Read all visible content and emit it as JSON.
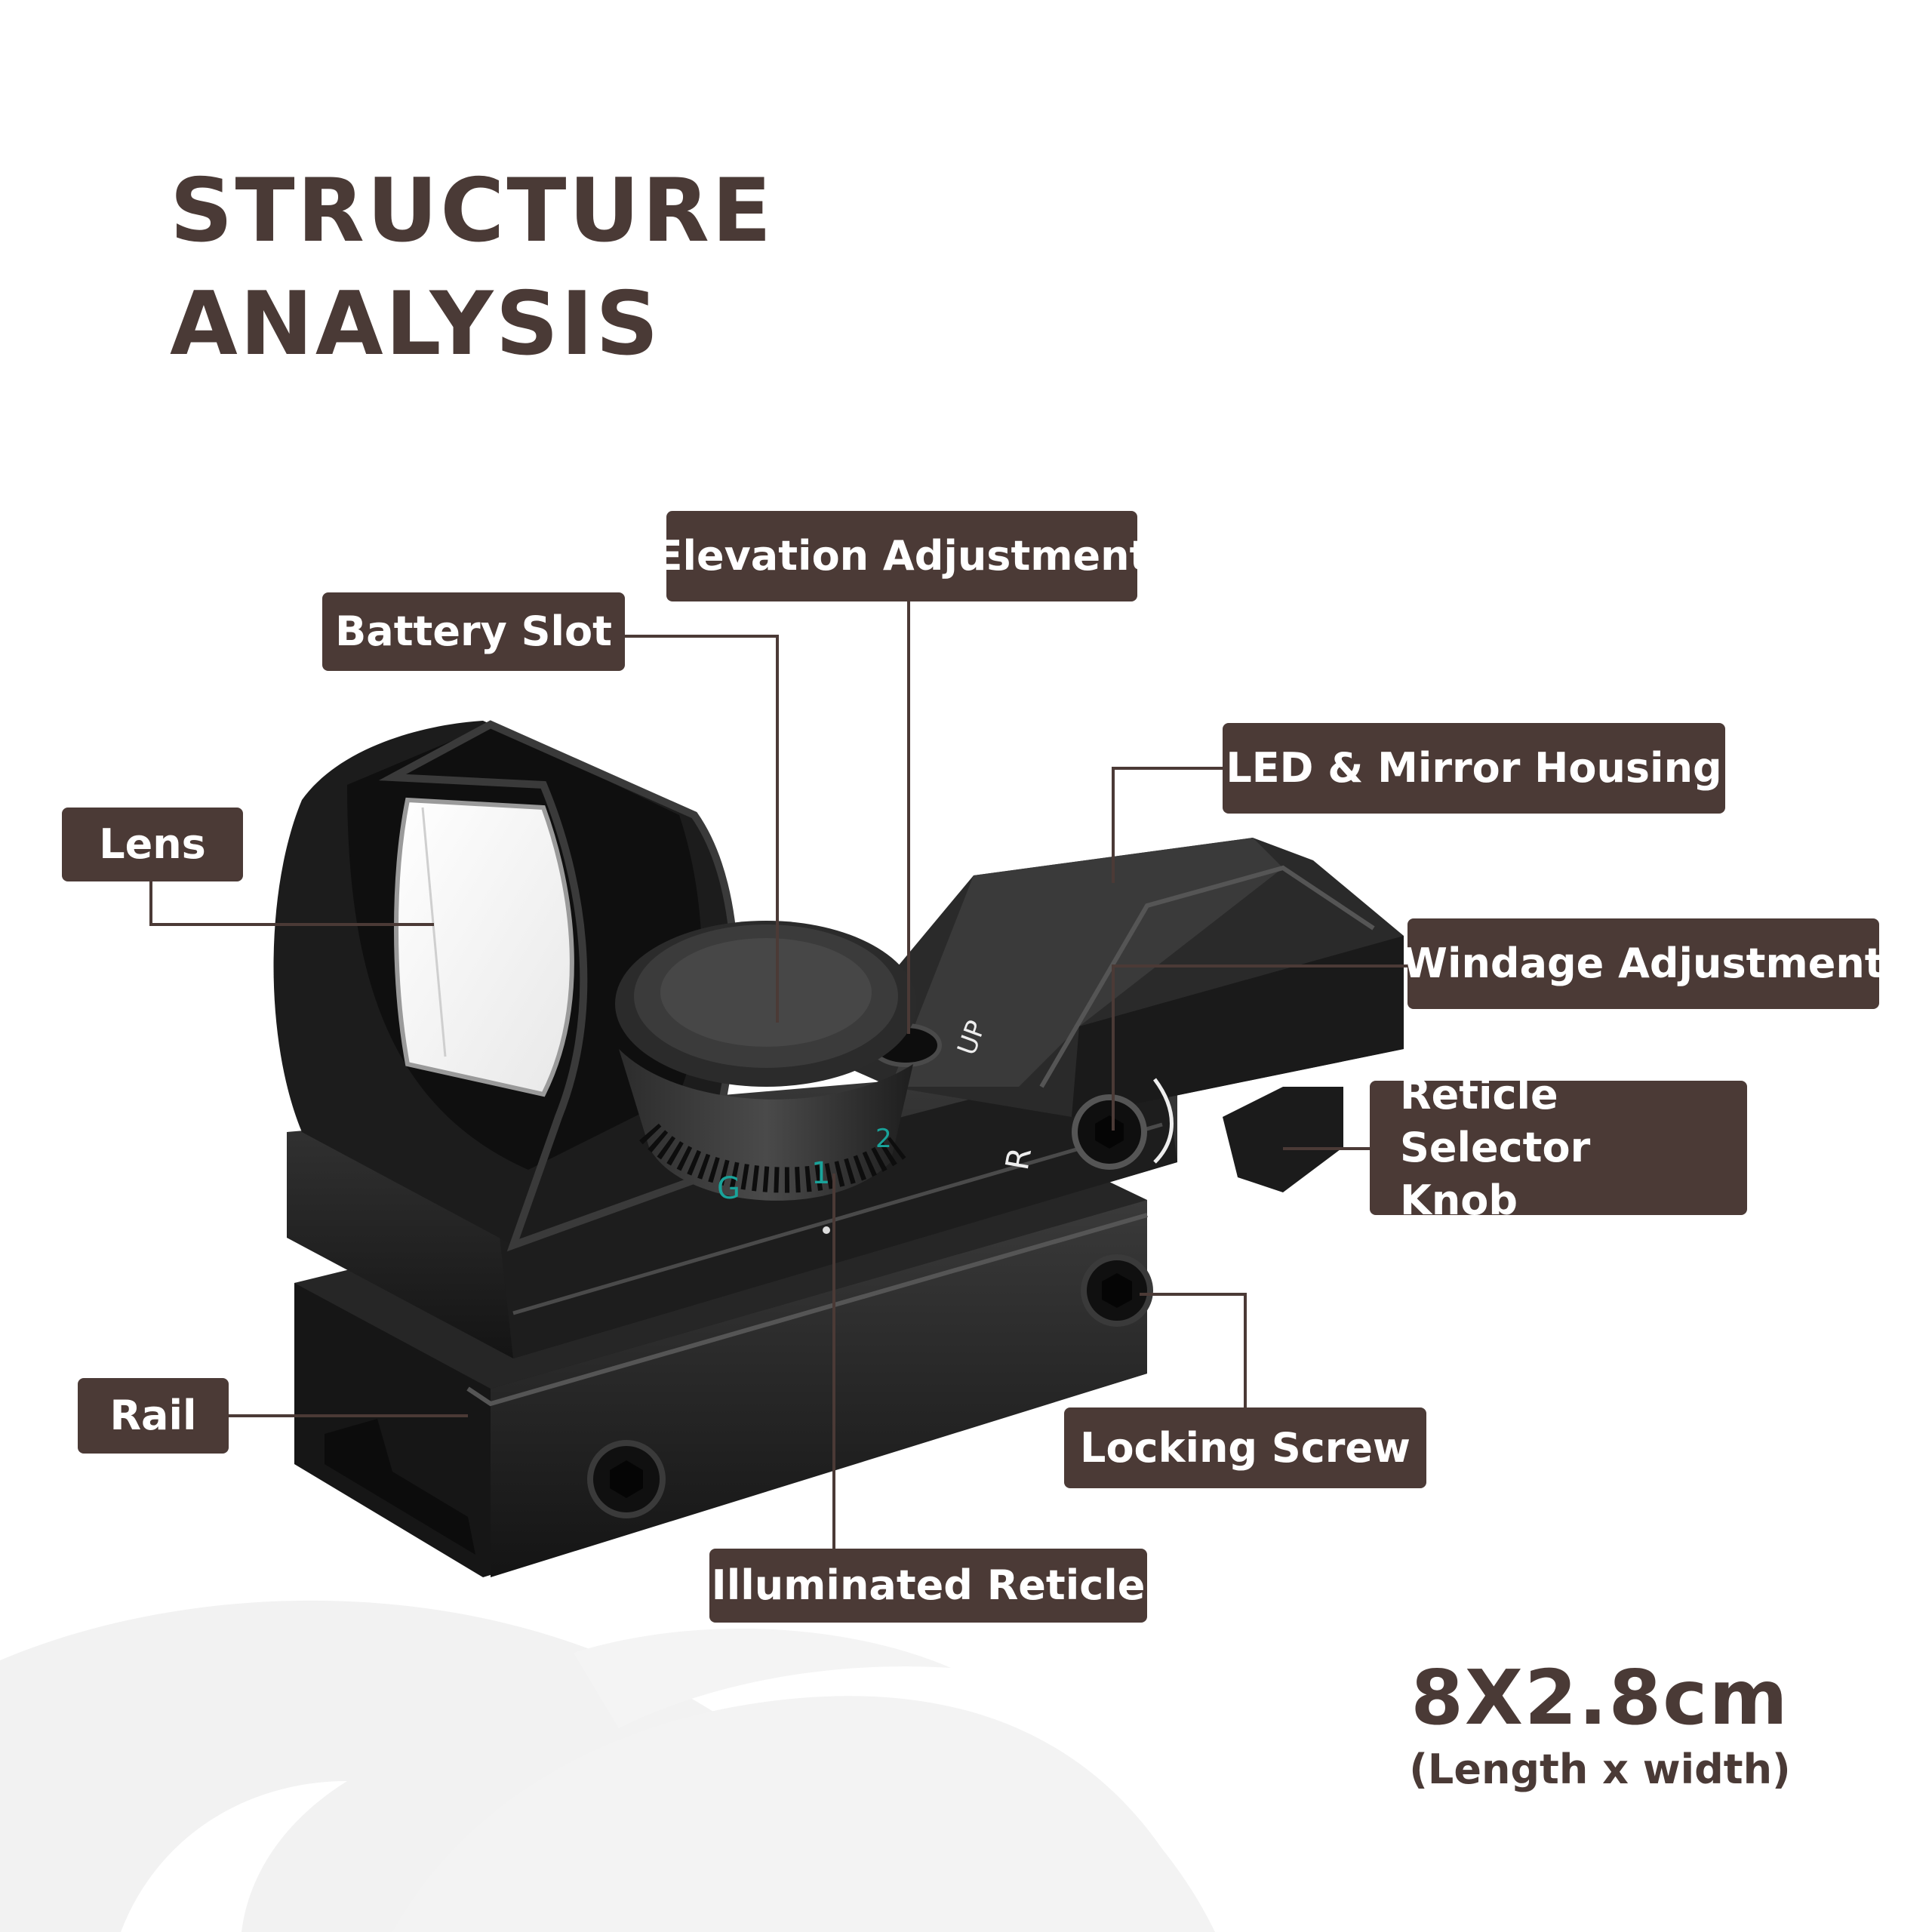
{
  "title": {
    "line1": "STRUCTURE",
    "line2": "ANALYSIS"
  },
  "callouts": {
    "elevation": "Elevation Adjustment",
    "battery": "Battery Slot",
    "led_mirror": "LED & Mirror Housing",
    "lens": "Lens",
    "windage": "Windage Adjustment",
    "reticle_selector": "Reticle Selector\nKnob",
    "rail": "Rail",
    "locking_screw": "Locking Screw",
    "illuminated_reticle": "Illuminated Reticle"
  },
  "knob_markings": {
    "g": "G",
    "one": "1",
    "two": "2"
  },
  "body_markings": {
    "up": "UP",
    "r": "R"
  },
  "dimensions": {
    "value": "8X2.8cm",
    "caption": "(Length x width)"
  },
  "colors": {
    "label_bg": "#4b3a36",
    "label_text": "#ffffff",
    "title": "#4a3a36",
    "knob_text": "#19a39a"
  }
}
